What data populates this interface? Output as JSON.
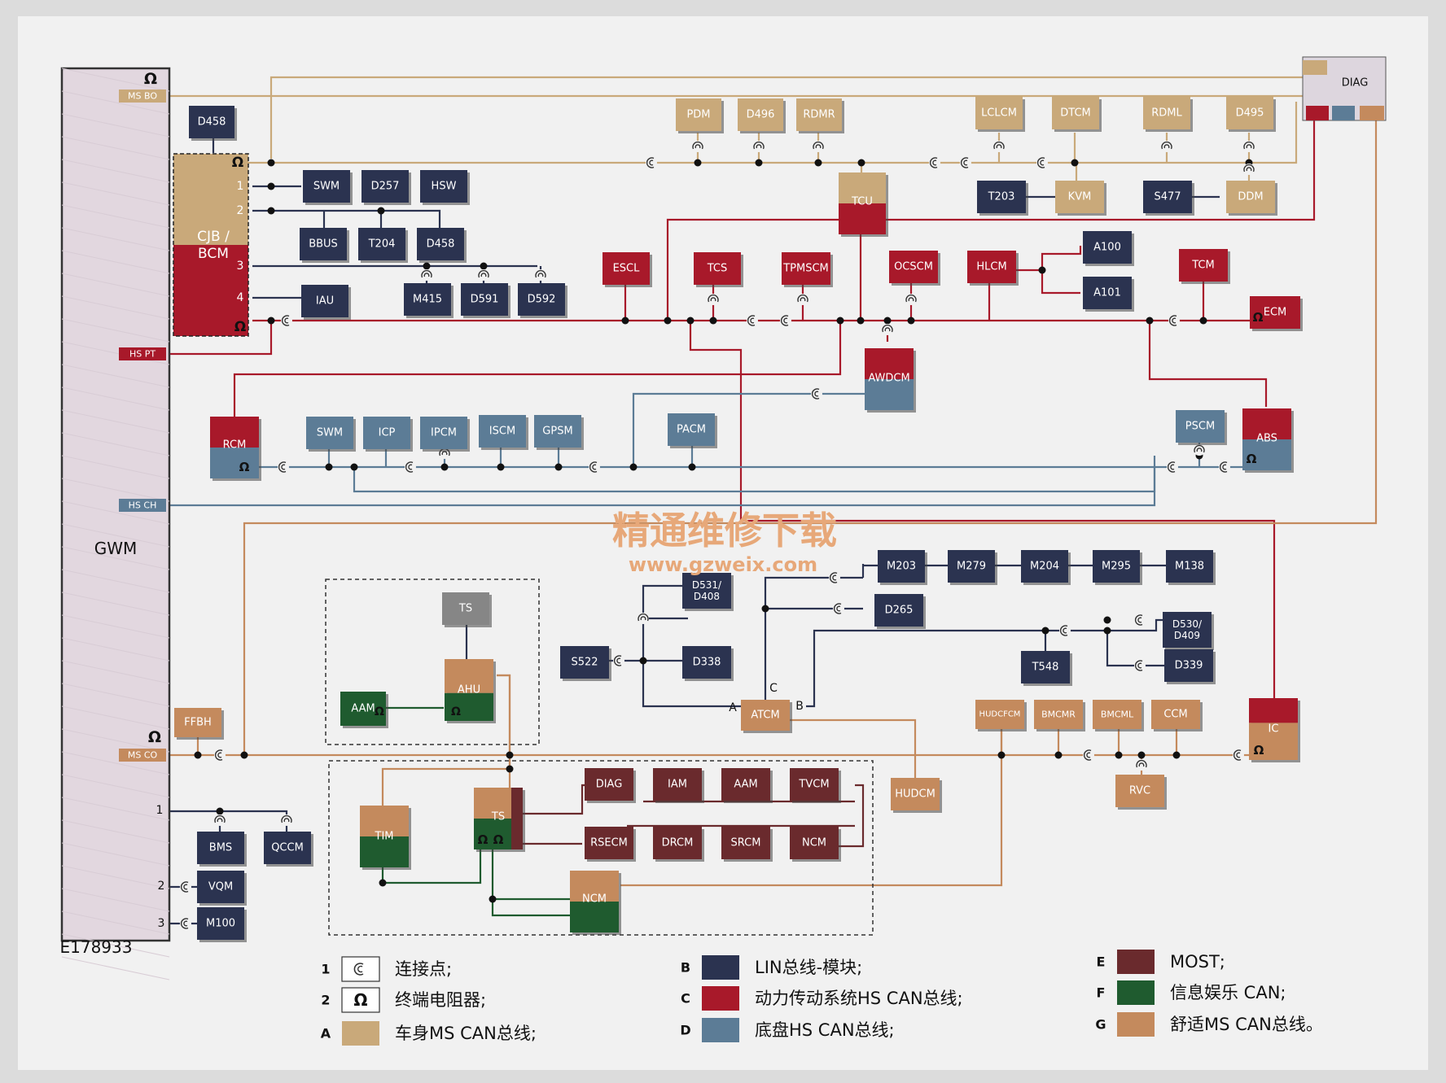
{
  "diagram_id": "E178933",
  "colors": {
    "A": "#c9a97a",
    "B": "#2b3350",
    "C": "#a8192a",
    "D": "#5c7c96",
    "E": "#6a2a2d",
    "F": "#1f5b2f",
    "G": "#c48a5d",
    "gray": "#868686"
  },
  "gwm": {
    "label": "GWM",
    "bus_labels": {
      "ms_bo": "MS BO",
      "hs_pt": "HS PT",
      "hs_ch": "HS CH",
      "ms_co": "MS CO"
    },
    "port_numbers": [
      "1",
      "2",
      "3"
    ]
  },
  "cjb": {
    "label": "CJB /\nBCM",
    "ports": [
      "1",
      "2",
      "3",
      "4"
    ]
  },
  "diag_main": {
    "label": "DIAG"
  },
  "watermark": {
    "line1": "精通维修下载",
    "line2": "www.gzweix.com"
  },
  "modules": [
    {
      "id": "D458a",
      "label": "D458",
      "color": "B"
    },
    {
      "id": "SWM1",
      "label": "SWM",
      "color": "B"
    },
    {
      "id": "D257",
      "label": "D257",
      "color": "B"
    },
    {
      "id": "HSW",
      "label": "HSW",
      "color": "B"
    },
    {
      "id": "BBUS",
      "label": "BBUS",
      "color": "B"
    },
    {
      "id": "T204",
      "label": "T204",
      "color": "B"
    },
    {
      "id": "D458b",
      "label": "D458",
      "color": "B"
    },
    {
      "id": "M415",
      "label": "M415",
      "color": "B"
    },
    {
      "id": "D591",
      "label": "D591",
      "color": "B"
    },
    {
      "id": "D592",
      "label": "D592",
      "color": "B"
    },
    {
      "id": "IAU",
      "label": "IAU",
      "color": "B"
    },
    {
      "id": "PDM",
      "label": "PDM",
      "color": "A"
    },
    {
      "id": "D496",
      "label": "D496",
      "color": "A"
    },
    {
      "id": "RDMR",
      "label": "RDMR",
      "color": "A"
    },
    {
      "id": "LCLCM",
      "label": "LCLCM",
      "color": "A"
    },
    {
      "id": "DTCM",
      "label": "DTCM",
      "color": "A"
    },
    {
      "id": "RDML",
      "label": "RDML",
      "color": "A"
    },
    {
      "id": "D495",
      "label": "D495",
      "color": "A"
    },
    {
      "id": "T203",
      "label": "T203",
      "color": "B"
    },
    {
      "id": "KVM",
      "label": "KVM",
      "color": "A"
    },
    {
      "id": "S477",
      "label": "S477",
      "color": "B"
    },
    {
      "id": "DDM",
      "label": "DDM",
      "color": "A"
    },
    {
      "id": "TCU",
      "label": "TCU",
      "color": "AC"
    },
    {
      "id": "ESCL",
      "label": "ESCL",
      "color": "C"
    },
    {
      "id": "TCS",
      "label": "TCS",
      "color": "C"
    },
    {
      "id": "TPMSCM",
      "label": "TPMSCM",
      "color": "C"
    },
    {
      "id": "OCSCM",
      "label": "OCSCM",
      "color": "C"
    },
    {
      "id": "HLCM",
      "label": "HLCM",
      "color": "C"
    },
    {
      "id": "A100",
      "label": "A100",
      "color": "B"
    },
    {
      "id": "A101",
      "label": "A101",
      "color": "B"
    },
    {
      "id": "TCM",
      "label": "TCM",
      "color": "C"
    },
    {
      "id": "ECM",
      "label": "ECM",
      "color": "C"
    },
    {
      "id": "AWDCM",
      "label": "AWDCM",
      "color": "CD"
    },
    {
      "id": "RCM",
      "label": "RCM",
      "color": "CD"
    },
    {
      "id": "SWM2",
      "label": "SWM",
      "color": "D"
    },
    {
      "id": "ICP",
      "label": "ICP",
      "color": "D"
    },
    {
      "id": "IPCM",
      "label": "IPCM",
      "color": "D"
    },
    {
      "id": "ISCM",
      "label": "ISCM",
      "color": "D"
    },
    {
      "id": "GPSM",
      "label": "GPSM",
      "color": "D"
    },
    {
      "id": "PACM",
      "label": "PACM",
      "color": "D"
    },
    {
      "id": "PSCM",
      "label": "PSCM",
      "color": "D"
    },
    {
      "id": "ABS",
      "label": "ABS",
      "color": "CD"
    },
    {
      "id": "M203",
      "label": "M203",
      "color": "B"
    },
    {
      "id": "M279",
      "label": "M279",
      "color": "B"
    },
    {
      "id": "M204",
      "label": "M204",
      "color": "B"
    },
    {
      "id": "M295",
      "label": "M295",
      "color": "B"
    },
    {
      "id": "M138",
      "label": "M138",
      "color": "B"
    },
    {
      "id": "D531",
      "label": "D531/\nD408",
      "color": "B"
    },
    {
      "id": "D265",
      "label": "D265",
      "color": "B"
    },
    {
      "id": "D530",
      "label": "D530/\nD409",
      "color": "B"
    },
    {
      "id": "T548",
      "label": "T548",
      "color": "B"
    },
    {
      "id": "D339",
      "label": "D339",
      "color": "B"
    },
    {
      "id": "S522",
      "label": "S522",
      "color": "B"
    },
    {
      "id": "D338",
      "label": "D338",
      "color": "B"
    },
    {
      "id": "ATCM",
      "label": "ATCM",
      "color": "G"
    },
    {
      "id": "TS1",
      "label": "TS",
      "color": "gray"
    },
    {
      "id": "AAM1",
      "label": "AAM",
      "color": "F"
    },
    {
      "id": "AHU",
      "label": "AHU",
      "color": "GF"
    },
    {
      "id": "FFBH",
      "label": "FFBH",
      "color": "G"
    },
    {
      "id": "HUDCFCM",
      "label": "HUDCFCM",
      "color": "G"
    },
    {
      "id": "BMCMR",
      "label": "BMCMR",
      "color": "G"
    },
    {
      "id": "BMCML",
      "label": "BMCML",
      "color": "G"
    },
    {
      "id": "CCM",
      "label": "CCM",
      "color": "G"
    },
    {
      "id": "IC",
      "label": "IC",
      "color": "CG"
    },
    {
      "id": "HUDCM",
      "label": "HUDCM",
      "color": "G"
    },
    {
      "id": "RVC",
      "label": "RVC",
      "color": "G"
    },
    {
      "id": "TIM",
      "label": "TIM",
      "color": "GF"
    },
    {
      "id": "TS2",
      "label": "TS",
      "color": "GF"
    },
    {
      "id": "DIAG2",
      "label": "DIAG",
      "color": "E"
    },
    {
      "id": "IAM",
      "label": "IAM",
      "color": "E"
    },
    {
      "id": "AAM2",
      "label": "AAM",
      "color": "E"
    },
    {
      "id": "TVCM",
      "label": "TVCM",
      "color": "E"
    },
    {
      "id": "RSECM",
      "label": "RSECM",
      "color": "E"
    },
    {
      "id": "DRCM",
      "label": "DRCM",
      "color": "E"
    },
    {
      "id": "SRCM",
      "label": "SRCM",
      "color": "E"
    },
    {
      "id": "NCM1",
      "label": "NCM",
      "color": "E"
    },
    {
      "id": "NCM2",
      "label": "NCM",
      "color": "GF"
    },
    {
      "id": "BMS",
      "label": "BMS",
      "color": "B"
    },
    {
      "id": "QCCM",
      "label": "QCCM",
      "color": "B"
    },
    {
      "id": "VQM",
      "label": "VQM",
      "color": "B"
    },
    {
      "id": "M100",
      "label": "M100",
      "color": "B"
    }
  ],
  "atcm_ports": [
    "A",
    "B",
    "C"
  ],
  "legend": [
    {
      "key": "1",
      "symbol": "connector",
      "text": "连接点;"
    },
    {
      "key": "2",
      "symbol": "resistor",
      "text": "终端电阻器;"
    },
    {
      "key": "A",
      "symbol": "A",
      "text": "车身MS CAN总线;"
    },
    {
      "key": "B",
      "symbol": "B",
      "text": "LIN总线-模块;"
    },
    {
      "key": "C",
      "symbol": "C",
      "text": "动力传动系统HS CAN总线;"
    },
    {
      "key": "D",
      "symbol": "D",
      "text": "底盘HS CAN总线;"
    },
    {
      "key": "E",
      "symbol": "E",
      "text": "MOST;"
    },
    {
      "key": "F",
      "symbol": "F",
      "text": "信息娱乐 CAN;"
    },
    {
      "key": "G",
      "symbol": "G",
      "text": "舒适MS CAN总线。"
    }
  ]
}
